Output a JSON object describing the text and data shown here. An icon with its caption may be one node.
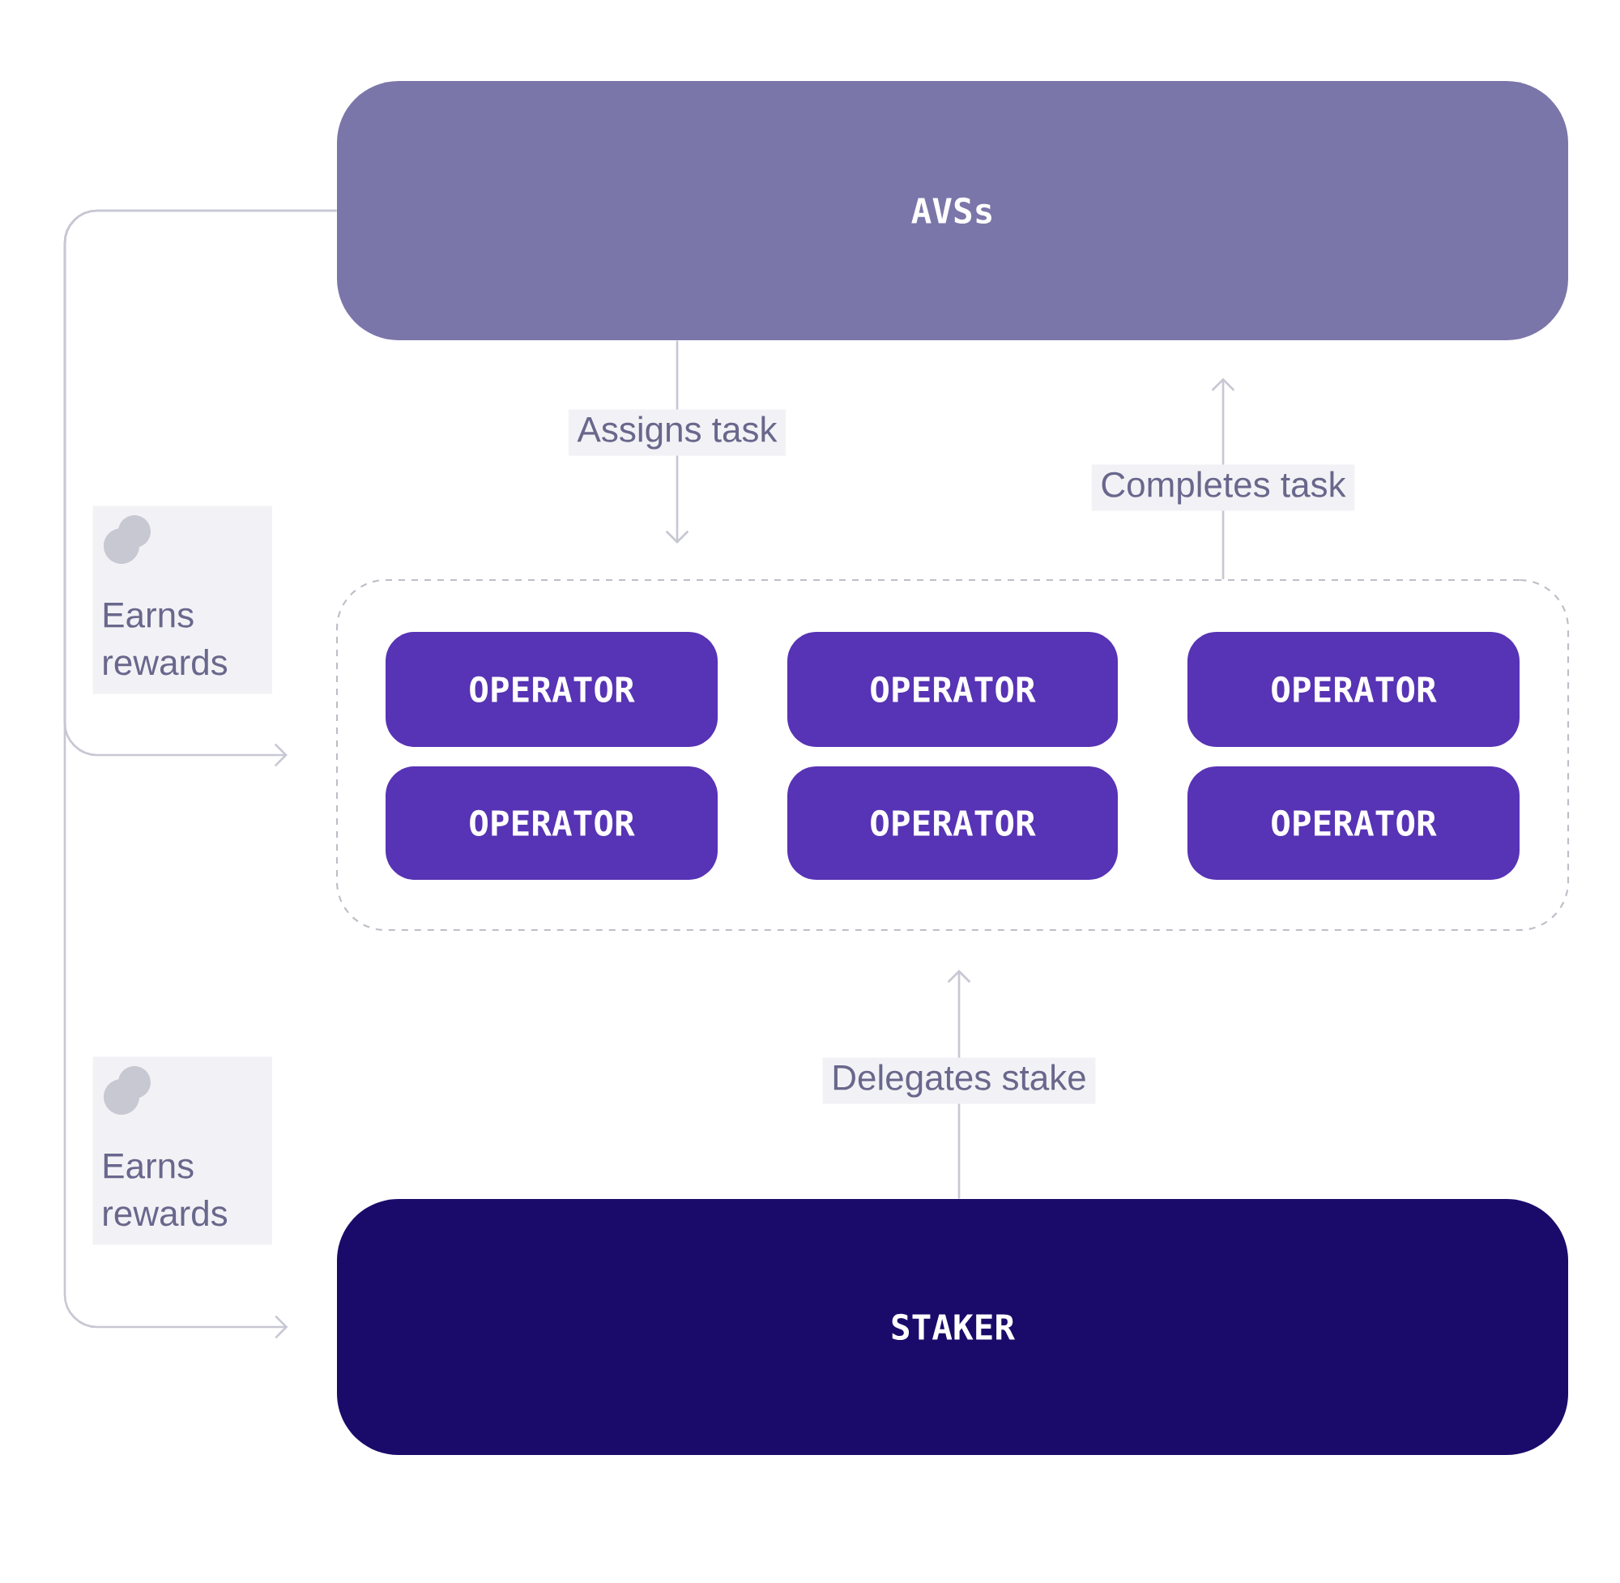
{
  "diagram": {
    "nodes": [
      {
        "text": [
          "AVSs"
        ]
      },
      {
        "text": [],
        "shape": "box"
      },
      {
        "text": [
          "OPERATOR"
        ],
        "in": 1
      },
      {
        "text": [
          "OPERATOR"
        ],
        "in": 1
      },
      {
        "text": [
          "OPERATOR"
        ],
        "in": 1
      },
      {
        "text": [
          "OPERATOR"
        ],
        "in": 1
      },
      {
        "text": [
          "OPERATOR"
        ],
        "in": 1
      },
      {
        "text": [
          "OPERATOR"
        ],
        "in": 1
      },
      {
        "text": [
          "STAKER"
        ]
      }
    ],
    "edges": [
      {
        "from": 0,
        "to": 1,
        "arrow": "to",
        "label": "Assigns task"
      },
      {
        "from": 1,
        "to": 0,
        "arrow": "to",
        "label": "Completes task"
      },
      {
        "from": 8,
        "to": 1,
        "arrow": "to",
        "label": "Delegates stake"
      },
      {
        "from": 0,
        "to": 1,
        "arrow": "to",
        "label": "Earns rewards"
      },
      {
        "from": 0,
        "to": 8,
        "arrow": "to",
        "label": "Earns rewards"
      }
    ]
  }
}
